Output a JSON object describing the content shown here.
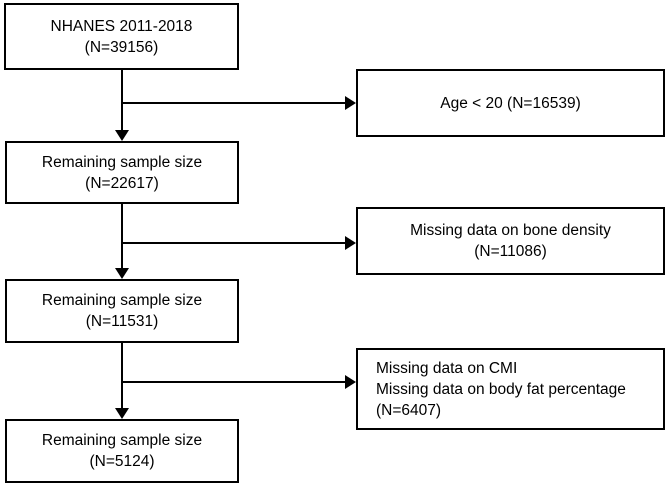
{
  "diagram": {
    "type": "flowchart",
    "title": "NHANES 2011-2018 participant selection flow",
    "background_color": "#ffffff",
    "line_color": "#000000",
    "text_color": "#000000",
    "boxes": [
      {
        "name": "nhanes-source",
        "lines": [
          "NHANES 2011-2018",
          "(N=39156)"
        ]
      },
      {
        "name": "excluded-age",
        "lines": [
          "Age < 20 (N=16539)"
        ]
      },
      {
        "name": "remaining-1",
        "lines": [
          "Remaining sample size",
          "(N=22617)"
        ]
      },
      {
        "name": "excluded-bone-density",
        "lines": [
          "Missing data on bone density",
          "(N=11086)"
        ]
      },
      {
        "name": "remaining-2",
        "lines": [
          "Remaining sample size",
          "(N=11531)"
        ]
      },
      {
        "name": "excluded-cmi-bodyfat",
        "lines": [
          "Missing data on CMI",
          "Missing data on body fat percentage",
          "(N=6407)"
        ]
      },
      {
        "name": "remaining-3",
        "lines": [
          "Remaining sample size",
          "(N=5124)"
        ]
      }
    ]
  }
}
